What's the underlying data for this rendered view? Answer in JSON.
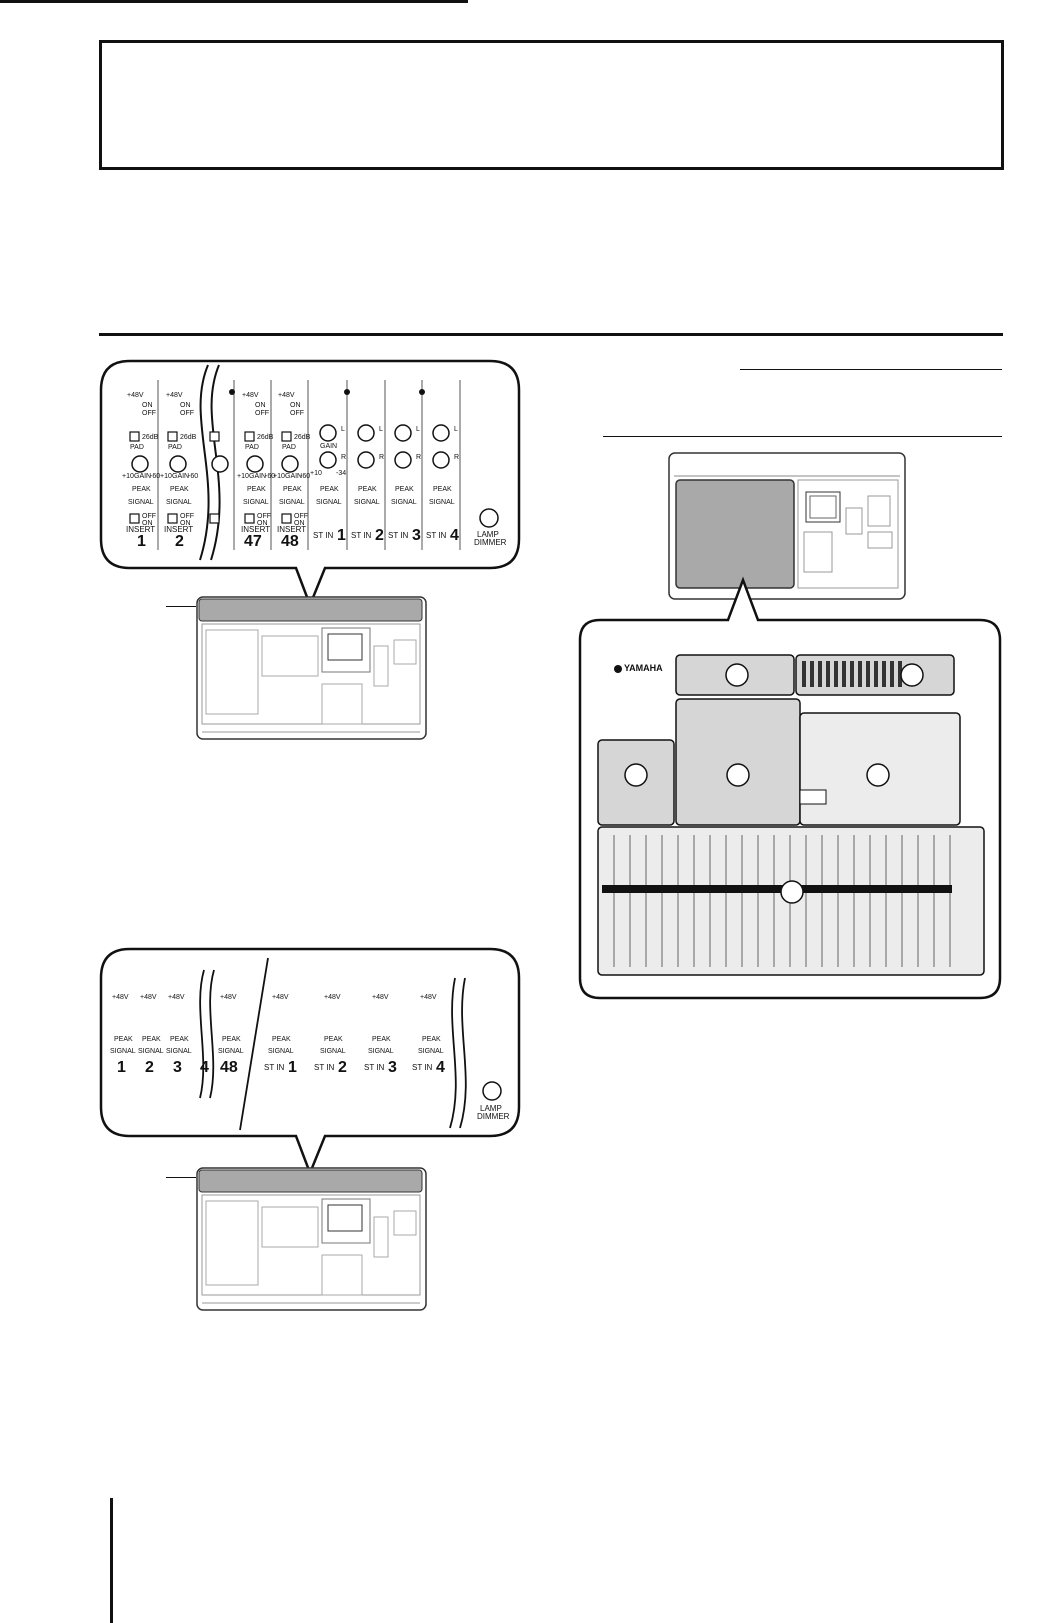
{
  "rear_panel_a": {
    "phantom": "+48V",
    "on": "ON",
    "off": "OFF",
    "pad_value": "26dB",
    "pad": "PAD",
    "gain": "GAIN",
    "gain_min": "+10",
    "gain_max": "-60",
    "gain_min_st": "+10",
    "gain_max_st": "-34",
    "peak": "PEAK",
    "signal": "SIGNAL",
    "insert": "INSERT",
    "insert_off": "OFF",
    "insert_on": "ON",
    "ch_nums": [
      "1",
      "2",
      "47",
      "48"
    ],
    "st_prefix": "ST IN",
    "st_nums": [
      "1",
      "2",
      "3",
      "4"
    ],
    "st_l": "L",
    "st_r": "R",
    "lamp": "LAMP",
    "dimmer": "DIMMER"
  },
  "rear_panel_b": {
    "phantom": "+48V",
    "peak": "PEAK",
    "signal": "SIGNAL",
    "ch_nums": [
      "1",
      "2",
      "3",
      "4",
      "48"
    ],
    "st_prefix": "ST IN",
    "st_nums": [
      "1",
      "2",
      "3",
      "4"
    ],
    "lamp": "LAMP",
    "dimmer": "DIMMER"
  },
  "console": {
    "brand": "YAMAHA"
  }
}
